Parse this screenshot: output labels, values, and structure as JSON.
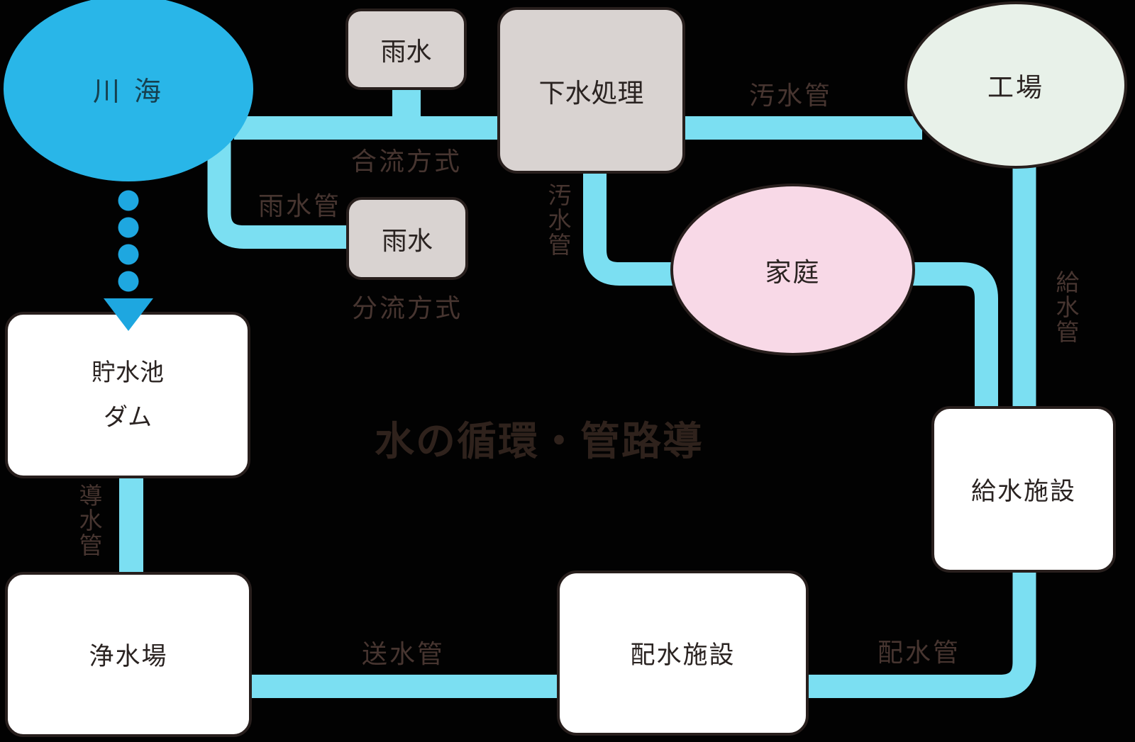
{
  "title": "水の循環・管路導",
  "nodes": {
    "kawa_umi": {
      "label": "川 海",
      "shape": "ellipse",
      "fill": "#29b6e8"
    },
    "amamizu1": {
      "label": "雨水",
      "shape": "rounded-rect",
      "fill": "#d9d3d1"
    },
    "gesui_shori": {
      "label": "下水処理",
      "shape": "rounded-rect",
      "fill": "#d9d3d1"
    },
    "koujou": {
      "label": "工場",
      "shape": "ellipse",
      "fill": "#e8f1e9"
    },
    "katei": {
      "label": "家庭",
      "shape": "ellipse",
      "fill": "#f8d9e7"
    },
    "amamizu2": {
      "label": "雨水",
      "shape": "rounded-rect",
      "fill": "#d9d3d1"
    },
    "chosuichi_dam": {
      "line1": "貯水池",
      "line2": "ダム",
      "shape": "rounded-rect",
      "fill": "#ffffff"
    },
    "jousuijou": {
      "label": "浄水場",
      "shape": "rounded-rect",
      "fill": "#ffffff"
    },
    "haisui_shisetsu": {
      "label": "配水施設",
      "shape": "rounded-rect",
      "fill": "#ffffff"
    },
    "kyuusui_shisetsu": {
      "label": "給水施設",
      "shape": "rounded-rect",
      "fill": "#ffffff"
    }
  },
  "pipe_labels": {
    "osuikan_top": "汚水管",
    "gouryuu_houshiki": "合流方式",
    "usuikan": "雨水管",
    "bunryuu_houshiki": "分流方式",
    "osuikan_side": "汚水管",
    "kyuusuikan": "給水管",
    "dousuikan": "導水管",
    "sousuikan": "送水管",
    "haisuikan": "配水管"
  },
  "connections": [
    {
      "from": "川 海",
      "to": "下水処理",
      "label": "合流方式"
    },
    {
      "from": "雨水",
      "to": "合流方式の管",
      "label": ""
    },
    {
      "from": "川 海",
      "to": "雨水",
      "label": "雨水管 / 分流方式"
    },
    {
      "from": "下水処理",
      "to": "工場",
      "label": "汚水管"
    },
    {
      "from": "下水処理",
      "to": "家庭",
      "label": "汚水管"
    },
    {
      "from": "家庭",
      "to": "給水施設",
      "label": ""
    },
    {
      "from": "工場",
      "to": "給水施設",
      "label": "給水管"
    },
    {
      "from": "川 海",
      "to": "貯水池 ダム",
      "label": "点線矢印"
    },
    {
      "from": "貯水池 ダム",
      "to": "浄水場",
      "label": "導水管"
    },
    {
      "from": "浄水場",
      "to": "配水施設",
      "label": "送水管"
    },
    {
      "from": "配水施設",
      "to": "給水施設",
      "label": "配水管"
    }
  ],
  "colors": {
    "background": "#020202",
    "pipe": "#7bdff2",
    "water_source_fill": "#29b6e8",
    "factory_fill": "#e8f1e9",
    "home_fill": "#f8d9e7",
    "gray_box_fill": "#d9d3d1",
    "white_box_fill": "#ffffff",
    "node_border": "#281f1d",
    "node_text": "#2a2321",
    "pipe_label_text": "#473530",
    "title_text": "#2f221c",
    "arrow_blue": "#1ea7e0"
  }
}
